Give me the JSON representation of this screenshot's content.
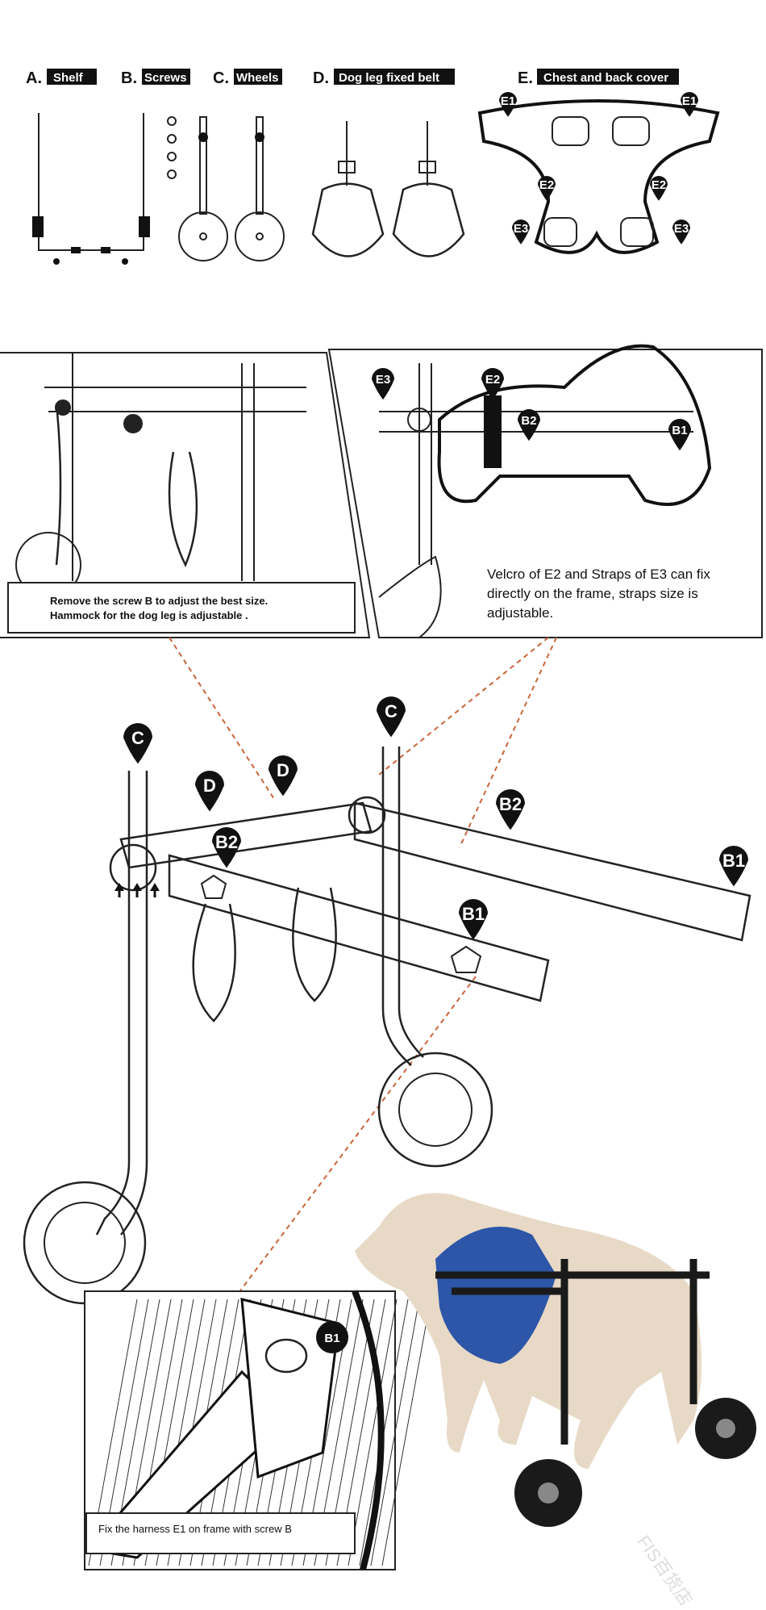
{
  "parts": [
    {
      "letter": "A.",
      "name": "Shelf"
    },
    {
      "letter": "B.",
      "name": "Screws"
    },
    {
      "letter": "C.",
      "name": "Wheels"
    },
    {
      "letter": "D.",
      "name": "Dog leg fixed belt"
    },
    {
      "letter": "E.",
      "name": "Chest and back cover"
    }
  ],
  "part_e_markers": [
    "E1",
    "E1",
    "E2",
    "E2",
    "E3",
    "E3"
  ],
  "panel_left": {
    "caption_line1": "Remove the screw B to adjust the best size.",
    "caption_line2": "Hammock for the dog leg is adjustable ."
  },
  "panel_right": {
    "markers": [
      "E3",
      "E2",
      "B2",
      "B1"
    ],
    "caption": "Velcro of E2 and Straps of E3 can fix directly on the frame, straps size is adjustable."
  },
  "main_markers": [
    "C",
    "C",
    "D",
    "D",
    "B2",
    "B2",
    "B1",
    "B1"
  ],
  "inset": {
    "marker": "B1",
    "caption": "Fix the harness E1 on frame with screw B"
  },
  "watermark": "FIS百货店",
  "colors": {
    "leader_line": "#c9643a",
    "harness_blue": "#2d56a8",
    "frame": "#1a1a1a"
  }
}
